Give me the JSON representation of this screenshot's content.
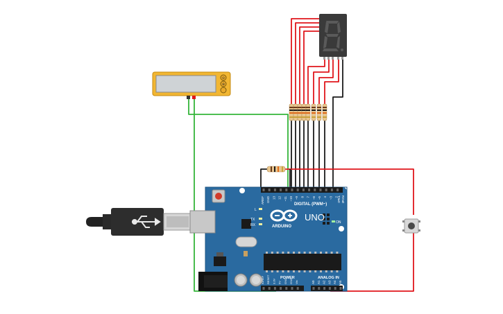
{
  "board": {
    "brand": "ARDUINO",
    "model": "UNO",
    "digital_label": "DIGITAL (PWM~)",
    "analog_label": "ANALOG IN",
    "power_label": "POWER",
    "on_label": "ON",
    "tx_label": "TX",
    "rx_label": "RX",
    "l_label": "L",
    "tx0_label": "TX▸0",
    "rx0_label": "RX◂0",
    "digital_pins": [
      "AREF",
      "GND",
      "13",
      "12",
      "~11",
      "~10",
      "~9",
      "8",
      "7",
      "~6",
      "~5",
      "4",
      "~3",
      "2"
    ],
    "power_pins": [
      "IOREF",
      "RESET",
      "3.3V",
      "5V",
      "GND",
      "GND",
      "Vin"
    ],
    "analog_pins": [
      "A0",
      "A1",
      "A2",
      "A3",
      "A4",
      "A5"
    ]
  },
  "colors": {
    "wire_red": "#e0161b",
    "wire_green": "#35b53a",
    "wire_black": "#1a1a1a",
    "board_blue": "#2a6aa0",
    "display_amber": "#f2b632",
    "resistor_body": "#e8c58e"
  },
  "components": [
    "seven-segment-display",
    "lcd-display",
    "resistor-array",
    "pull-down-resistor",
    "push-button",
    "usb-cable",
    "arduino-uno"
  ]
}
